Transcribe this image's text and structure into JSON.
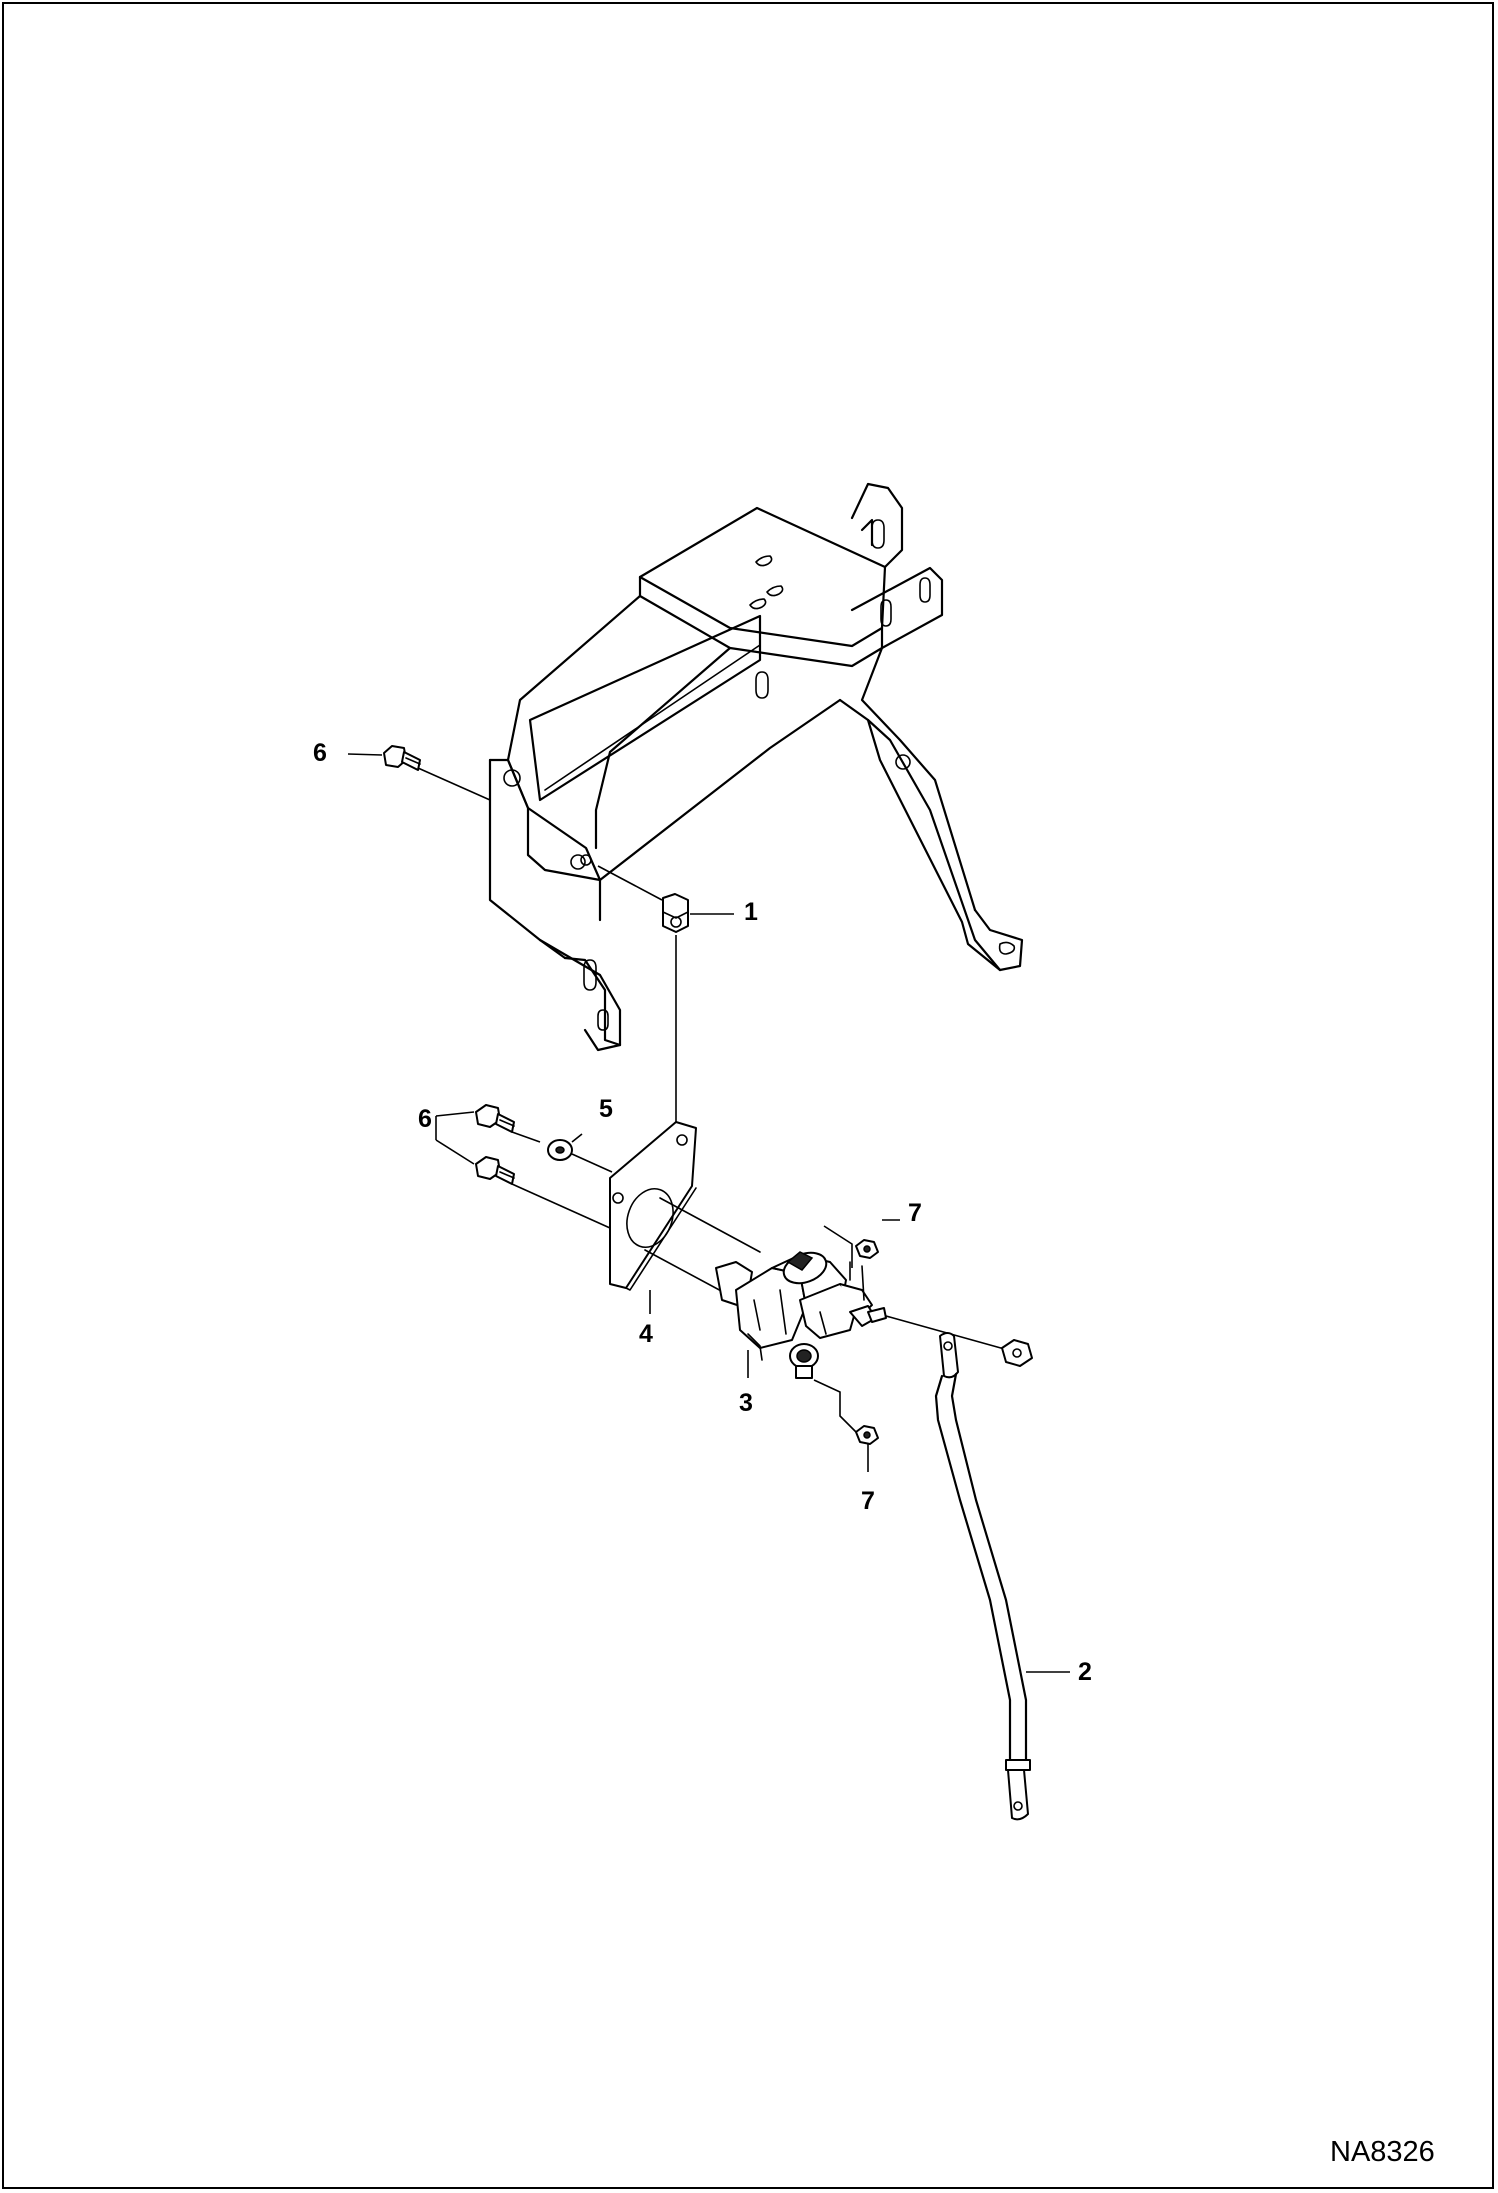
{
  "diagram": {
    "figure_id": "NA8326",
    "callouts": [
      {
        "key": "1",
        "label": "1"
      },
      {
        "key": "2",
        "label": "2"
      },
      {
        "key": "3",
        "label": "3"
      },
      {
        "key": "4",
        "label": "4"
      },
      {
        "key": "5",
        "label": "5"
      },
      {
        "key": "6a",
        "label": "6"
      },
      {
        "key": "6b",
        "label": "6"
      },
      {
        "key": "7a",
        "label": "7"
      },
      {
        "key": "7b",
        "label": "7"
      }
    ]
  }
}
